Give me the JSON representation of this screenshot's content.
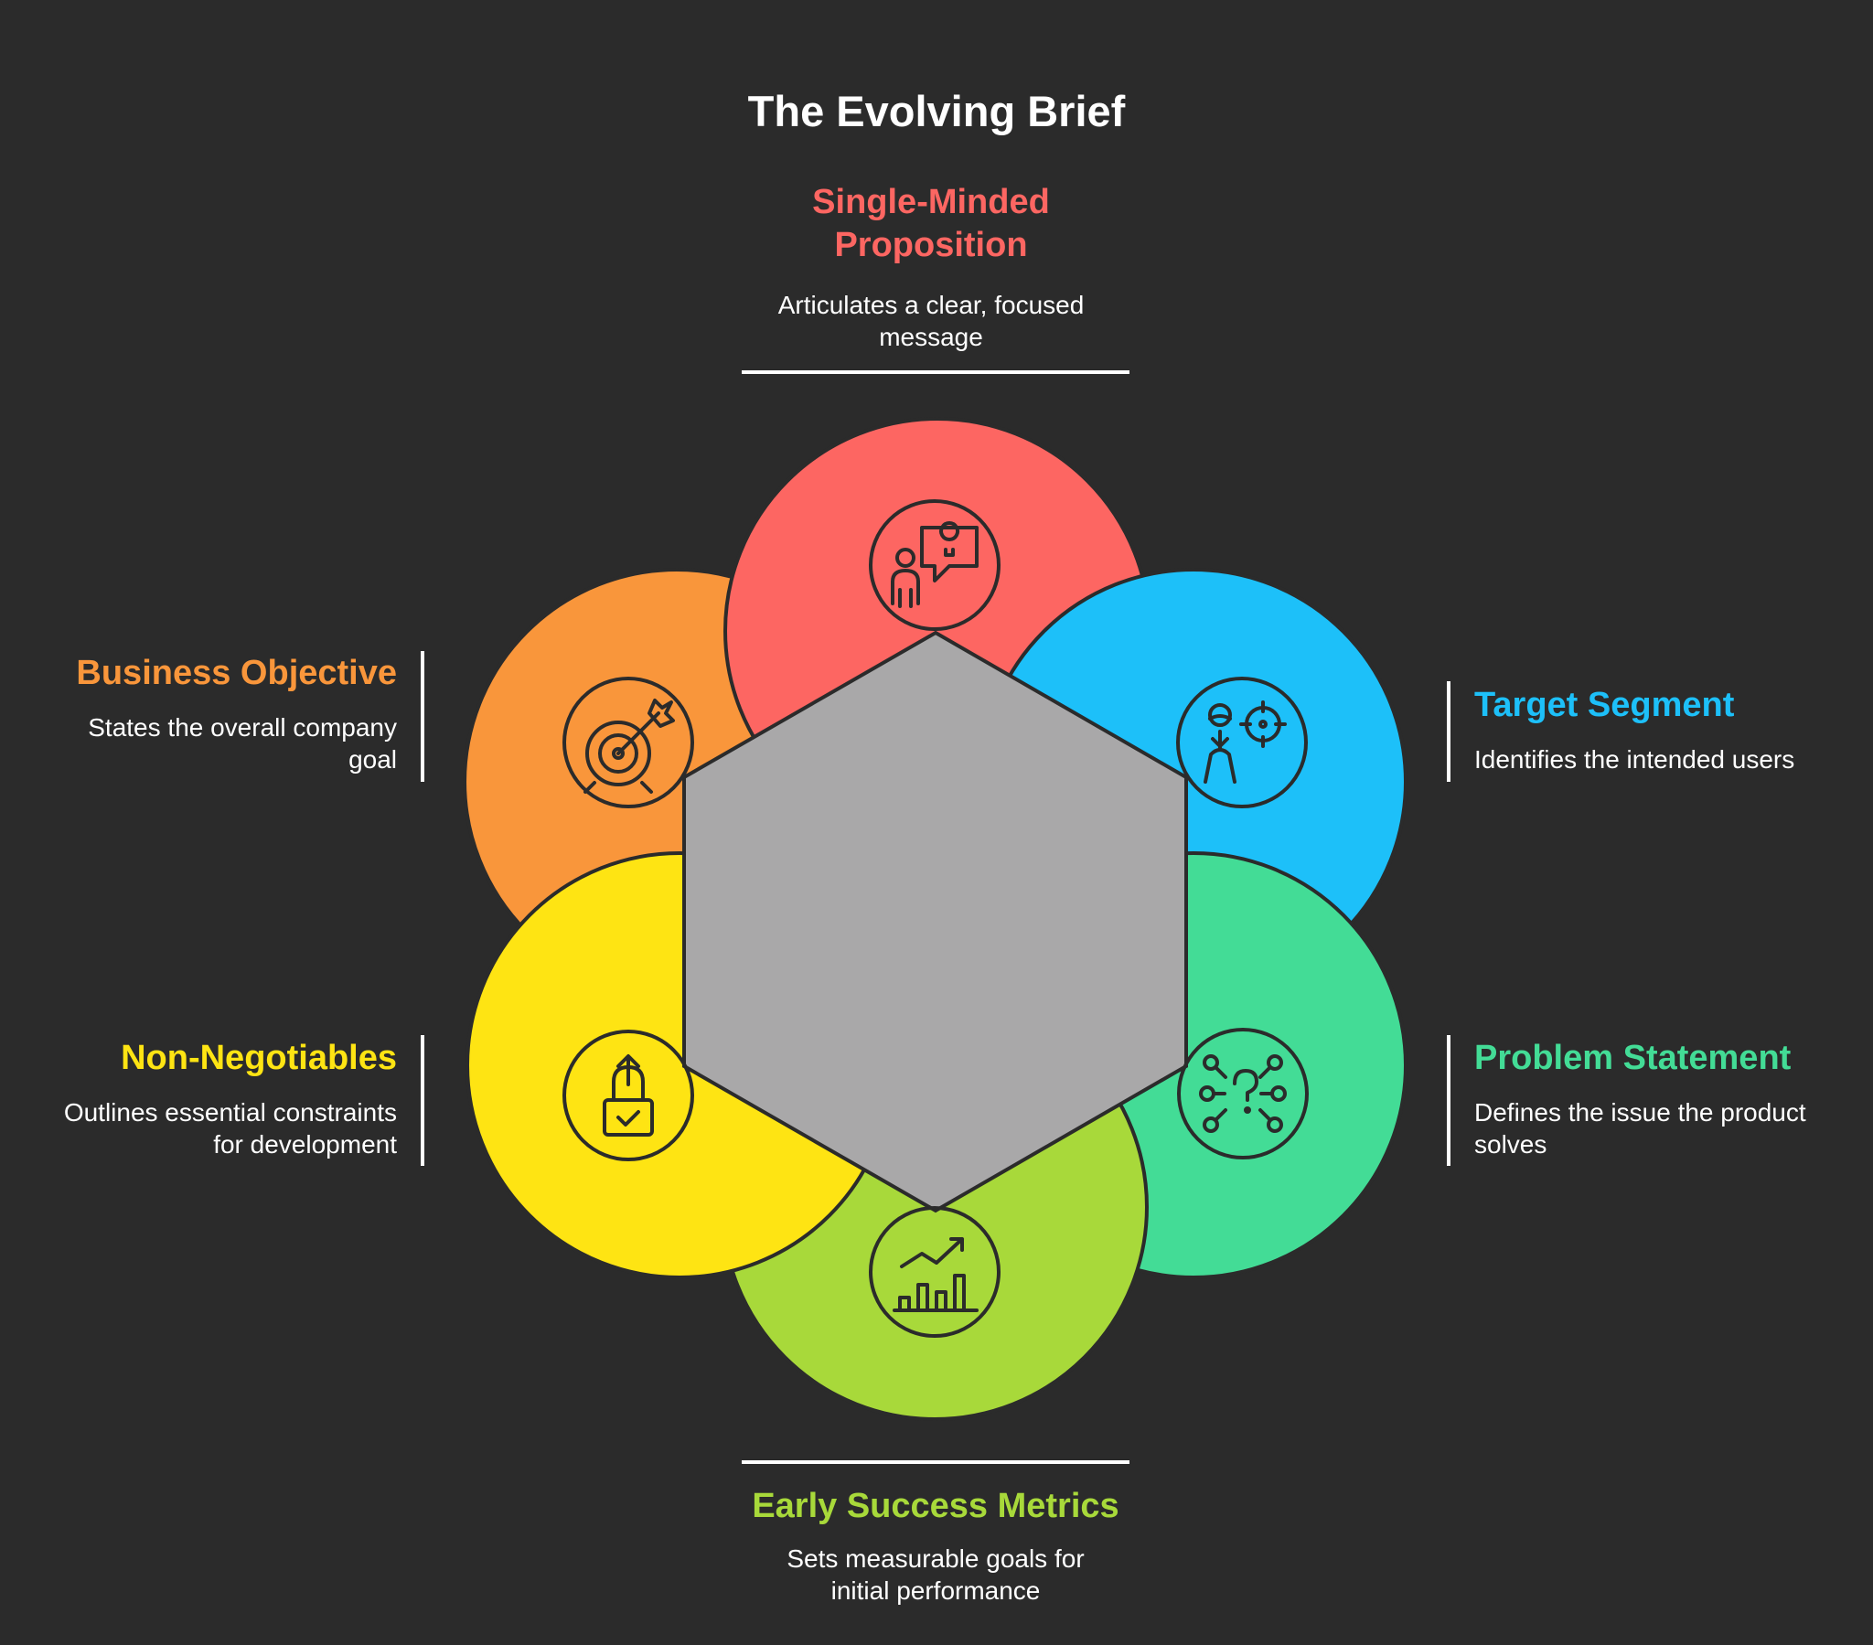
{
  "title": "The Evolving Brief",
  "colors": {
    "background": "#2b2b2b",
    "hexagon": "#a9a8a9",
    "outline": "#2b2b2b"
  },
  "segments": {
    "single_minded": {
      "title": "Single-Minded Proposition",
      "description": "Articulates a clear, focused message",
      "color": "#fd6662",
      "icon": "person-lightbulb-speech-icon"
    },
    "target_segment": {
      "title": "Target Segment",
      "description": "Identifies the intended users",
      "color": "#1dc0f9",
      "icon": "user-crosshair-icon"
    },
    "problem_statement": {
      "title": "Problem Statement",
      "description": "Defines the issue the product solves",
      "color": "#43dc96",
      "icon": "question-network-icon"
    },
    "early_success": {
      "title": "Early Success Metrics",
      "description": "Sets measurable goals for initial performance",
      "color": "#a8d93a",
      "icon": "growth-bar-chart-icon"
    },
    "non_negotiables": {
      "title": "Non-Negotiables",
      "description": "Outlines essential constraints for development",
      "color": "#fee413",
      "icon": "lock-check-icon"
    },
    "business_objective": {
      "title": "Business Objective",
      "description": "States the overall company goal",
      "color": "#f9963b",
      "icon": "target-arrow-icon"
    }
  }
}
